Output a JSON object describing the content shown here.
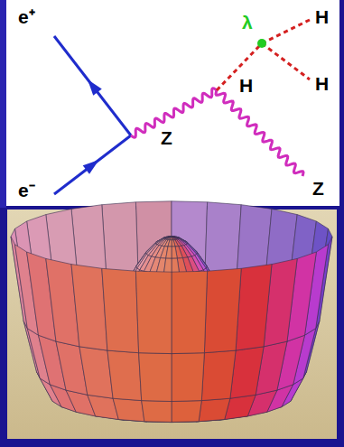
{
  "diagram": {
    "labels": [
      "e⁺",
      "e⁻",
      "Z",
      "λ",
      "H",
      "H",
      "H",
      "Z"
    ]
  }
}
